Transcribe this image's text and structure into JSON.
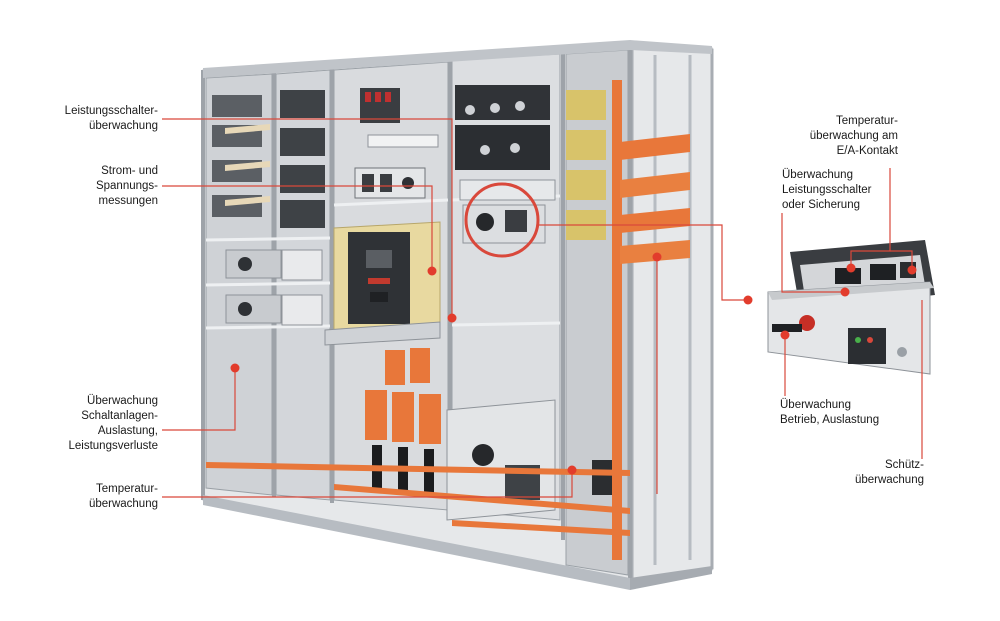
{
  "colors": {
    "leader_line": "#d9483b",
    "marker": "#e23c2c",
    "frame": "#b7bcc2",
    "panel": "#d8dadd",
    "copper": "#e8773a",
    "breaker_yellow": "#e8d9a0",
    "text": "#1a1a1a"
  },
  "labels": {
    "l1": "Leistungsschalter-\nüberwachung",
    "l2": "Strom- und\nSpannungs-\nmessungen",
    "l3": "Überwachung\nSchaltanlagen-\nAuslastung,\nLeistungsverluste",
    "l4": "Temperatur-\nüberwachung",
    "r1": "Temperatur-\nüberwachung am\nE/A-Kontakt",
    "r2": "Überwachung\nLeistungsschalter\noder Sicherung",
    "r3": "Überwachung\nBetrieb, Auslastung",
    "r4": "Schütz-\nüberwachung"
  },
  "icons": {
    "marker": "red-dot-marker",
    "highlight": "red-circle-highlight"
  }
}
